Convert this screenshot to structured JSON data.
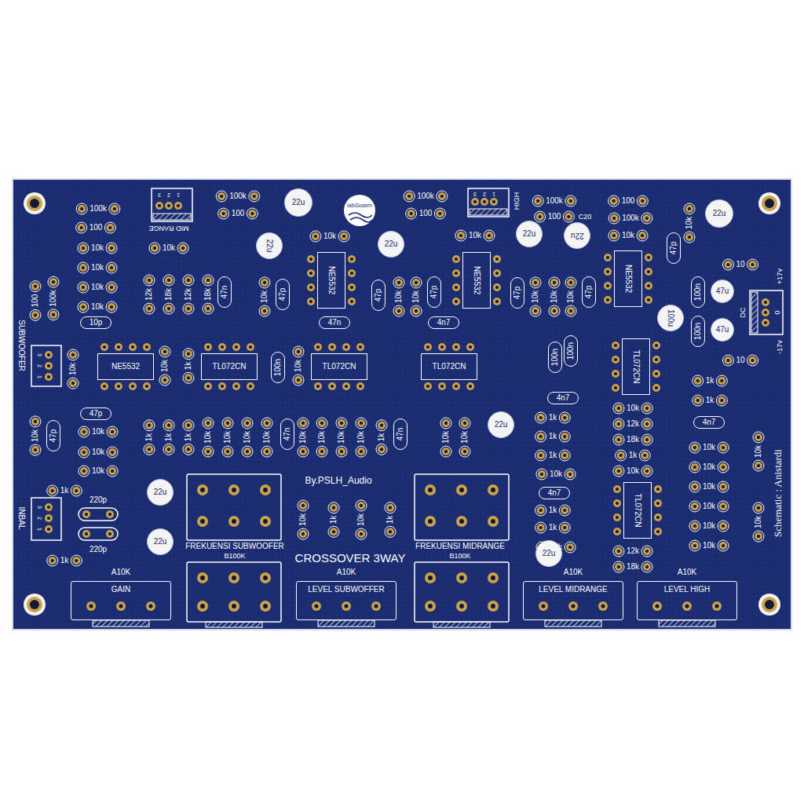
{
  "diagram": {
    "title": "CROSSOVER 3WAY",
    "nodes": [
      {
        "text": [
          "22u"
        ]
      },
      {
        "text": [
          "22u"
        ]
      },
      {
        "text": [
          "22u"
        ]
      },
      {
        "text": [
          "22u"
        ]
      },
      {
        "text": [
          "22u"
        ]
      },
      {
        "text": [
          "22u"
        ]
      },
      {
        "text": [
          "47p"
        ]
      },
      {
        "text": [
          "NE5532"
        ]
      },
      {
        "text": [
          "NE5532"
        ]
      },
      {
        "text": [
          "NE5532"
        ]
      },
      {
        "text": [
          "47n"
        ]
      },
      {
        "text": [
          "47p"
        ]
      },
      {
        "text": [
          "47p"
        ]
      },
      {
        "text": [
          "47p"
        ]
      },
      {
        "text": [
          "47p"
        ]
      },
      {
        "text": [
          "47p"
        ]
      },
      {
        "text": [
          "100n"
        ]
      },
      {
        "text": [
          "47u"
        ]
      },
      {
        "text": [
          "100u"
        ]
      },
      {
        "text": [
          "47u"
        ]
      },
      {
        "text": [
          "100n"
        ]
      },
      {
        "text": [
          "10p"
        ]
      },
      {
        "text": [
          "47n"
        ]
      },
      {
        "text": [
          "4n7"
        ]
      },
      {
        "text": [
          "NE5532"
        ]
      },
      {
        "text": [
          "TL072CN"
        ]
      },
      {
        "text": [
          "100n"
        ]
      },
      {
        "text": [
          "TL072CN"
        ]
      },
      {
        "text": [
          "TL072CN"
        ]
      },
      {
        "text": [
          "100n"
        ]
      },
      {
        "text": [
          "100n"
        ]
      },
      {
        "text": [
          "TL072CN"
        ]
      },
      {
        "text": [
          "4n7"
        ]
      },
      {
        "text": [
          "47p"
        ]
      },
      {
        "text": [
          "4n7"
        ]
      },
      {
        "text": [
          "47p"
        ]
      },
      {
        "text": [
          "47n"
        ]
      },
      {
        "text": [
          "47n"
        ]
      },
      {
        "text": [
          "22u"
        ]
      },
      {
        "text": [
          "4n7"
        ]
      },
      {
        "text": [
          "22u"
        ]
      },
      {
        "text": [
          "TL072CN"
        ]
      },
      {
        "text": [
          "22u"
        ]
      },
      {
        "text": [
          "22u"
        ]
      },
      {
        "text": [
          "A10K",
          "GAIN"
        ]
      },
      {
        "text": [
          "A10K",
          "LEVEL SUBWOFFER"
        ]
      },
      {
        "text": [
          "A10K",
          "LEVEL MIDRANGE"
        ]
      },
      {
        "text": [
          "A10K",
          "LEVEL HIGH"
        ]
      }
    ],
    "labels": [
      "100k",
      "100",
      "10k",
      "10k",
      "10k",
      "10k",
      "100",
      "100k",
      "SUBWOOFER",
      "3",
      "2",
      "1",
      "10k",
      "10k",
      "1k",
      "10k",
      "MID RANGE",
      "3",
      "2",
      "1",
      "10k",
      "12k",
      "18k",
      "12k",
      "18k",
      "100k",
      "100",
      "10k",
      "10k",
      "labGusem",
      "10k",
      "10k",
      "100k",
      "100",
      "3",
      "2",
      "1",
      "HIGH",
      "10k",
      "100k",
      "100",
      "C20",
      "10k",
      "10k",
      "10k",
      "100",
      "100k",
      "10k",
      "10k",
      "10",
      "10",
      "+17v",
      "DC",
      "0",
      "-17v",
      "1k",
      "1k",
      "10k",
      "12k",
      "18k",
      "1k",
      "10k",
      "1k",
      "1k",
      "1k",
      "10k",
      "1k",
      "1k",
      "10k",
      "12k",
      "18k",
      "10k",
      "10k",
      "10k",
      "10k",
      "10k",
      "10k",
      "10k",
      "10k",
      "Schematic : Anistardi",
      "1k",
      "1k",
      "1k",
      "10k",
      "10k",
      "10k",
      "10k",
      "10k",
      "10k",
      "10k",
      "10k",
      "1k",
      "10k",
      "10k",
      "10k",
      "10k",
      "10k",
      "10k",
      "1k",
      "INBAL",
      "3",
      "2",
      "1",
      "220p",
      "220p",
      "1k",
      "By.PSLH_Audio",
      "10k",
      "1k",
      "10k",
      "1k",
      "FREKUENSI SUBWOOFER",
      "B100K",
      "FREKUENSI MIDRANGE",
      "B100K"
    ]
  }
}
